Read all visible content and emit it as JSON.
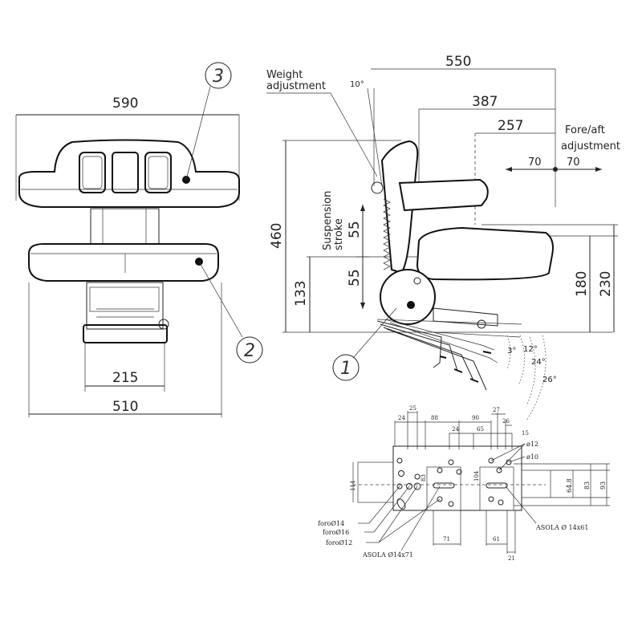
{
  "front_view": {
    "dim_top_width": "590",
    "dim_bottom_width": "510",
    "dim_base_width": "215",
    "callout_backrest": "3",
    "callout_cushion": "2"
  },
  "side_view": {
    "dim_overall_depth": "550",
    "dim_armrest_depth": "387",
    "dim_cushion_depth": "257",
    "dim_fore": "70",
    "dim_aft": "70",
    "dim_height": "460",
    "dim_base_height": "133",
    "dim_stroke": "55",
    "dim_stroke_b": "55",
    "dim_seat_180": "180",
    "dim_seat_230": "230",
    "angle_backrest": "10°",
    "angle_1": "3°",
    "angle_2": "12°",
    "angle_3": "24°",
    "angle_4": "26°",
    "label_weight_line1": "Weight",
    "label_weight_line2": "adjustment",
    "label_foreaft_line1": "Fore/aft",
    "label_foreaft_line2": "adjustment",
    "label_suspension_line1": "Suspension",
    "label_suspension_line2": "stroke",
    "callout_mechanism": "1"
  },
  "mounting_plate": {
    "dims_top": [
      "25",
      "24",
      "88",
      "24",
      "90",
      "27",
      "26",
      "65",
      "15"
    ],
    "dim_height_114": "114",
    "dim_83_left": "83",
    "dim_104": "104",
    "dim_64_8": "64.8",
    "dim_83_right": "83",
    "dim_93": "93",
    "dim_71": "71",
    "dim_61": "61",
    "dim_21": "21",
    "label_d12": "ø12",
    "label_d10": "ø10",
    "label_foro14": "foroØ14",
    "label_foro16": "foroØ16",
    "label_foro12": "foroØ12",
    "label_asola_left": "ASOLA Ø14x71",
    "label_asola_right": "ASOLA Ø 14x61"
  }
}
